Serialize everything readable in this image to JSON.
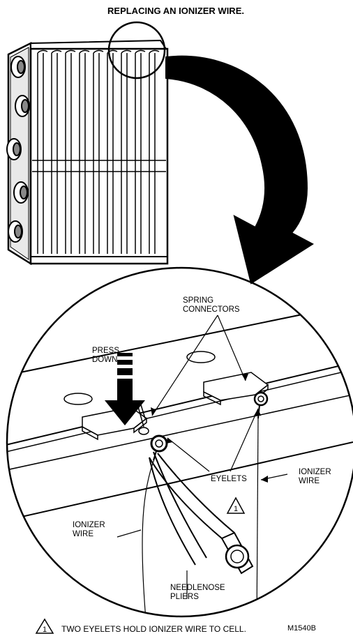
{
  "title": "REPLACING AN IONIZER WIRE.",
  "labels": {
    "spring_connectors": [
      "SPRING",
      "CONNECTORS"
    ],
    "press_down": [
      "PRESS",
      "DOWN"
    ],
    "eyelets": "EYELETS",
    "ionizer_wire_right": [
      "IONIZER",
      "WIRE"
    ],
    "ionizer_wire_left": [
      "IONIZER",
      "WIRE"
    ],
    "needlenose_pliers": [
      "NEEDLENOSE",
      "PLIERS"
    ],
    "callout_number": "1"
  },
  "footnote": {
    "marker": "1",
    "text": "TWO EYELETS HOLD IONIZER WIRE TO CELL."
  },
  "figure_code": "M1540B",
  "colors": {
    "ink": "#000000",
    "paper": "#ffffff"
  }
}
